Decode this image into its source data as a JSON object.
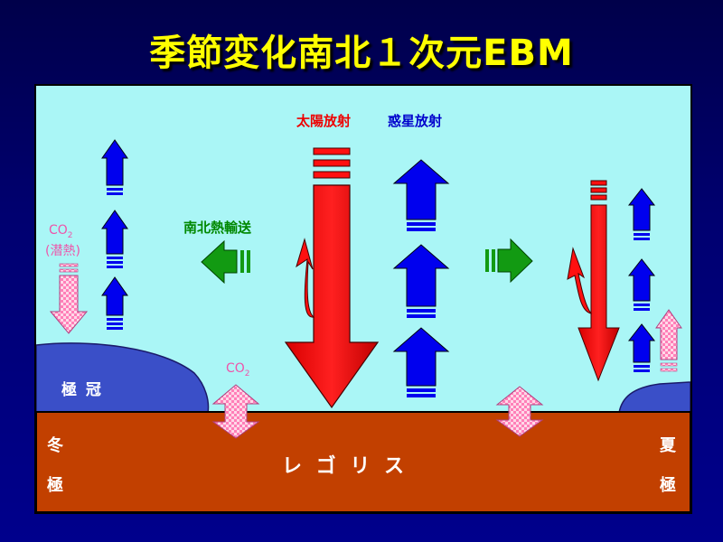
{
  "title": "季節変化南北１次元EBM",
  "labels": {
    "solar_radiation": "太陽放射",
    "planetary_radiation": "惑星放射",
    "meridional_transport": "南北熱輸送",
    "co2_latent": "CO",
    "co2_latent_sub": "2",
    "latent_heat": "(潜熱)",
    "polar_cap": "極 冠",
    "co2_exchange": "CO",
    "co2_exchange_sub": "2",
    "regolith": "レ ゴ リ ス",
    "winter_pole_1": "冬",
    "winter_pole_2": "極",
    "summer_pole_1": "夏",
    "summer_pole_2": "極"
  },
  "colors": {
    "background": "#00007a",
    "title": "#ffff00",
    "atmosphere": "#aaf6f6",
    "regolith": "#c24000",
    "polar_cap": "#3a4fc8",
    "solar_arrow": "#ff1010",
    "planetary_arrow": "#0000ee",
    "transport_arrow": "#129a12",
    "co2_arrow": "#ffb0d0",
    "solar_text": "#ee0000",
    "planetary_text": "#0000cc",
    "transport_text": "#008800",
    "co2_text": "#ee55aa"
  }
}
